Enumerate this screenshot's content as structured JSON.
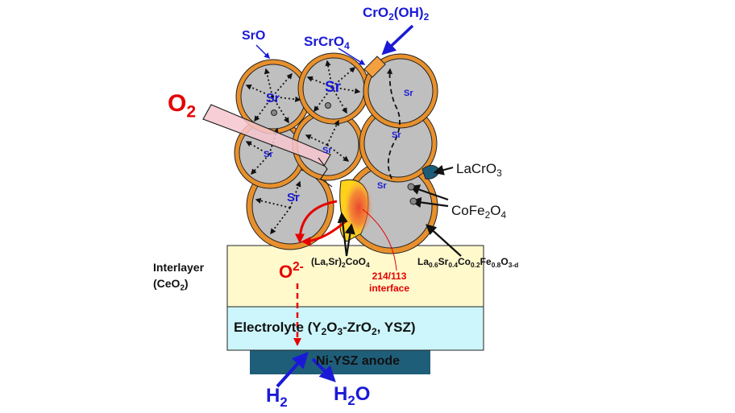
{
  "colors": {
    "interlayer": "#fff9cc",
    "electrolyte": "#ccf6fb",
    "anode": "#1f5e79",
    "particle_fill": "#bfbfbf",
    "particle_shell": "#e8902c",
    "srcro4_cap": "#f5a040",
    "lacro3_cap": "#1d5c78",
    "label_blue": "#1a1ad6",
    "label_red": "#e60000",
    "label_black": "#111111",
    "interface_yellow": "#ffd21a",
    "interface_red": "#e84030"
  },
  "icons": {
    "oxygen_inlet": "pink-pipe-icon",
    "pathway_arrows": "dashed-arrow-icon",
    "interface_region": "interface-glow-icon"
  },
  "particles": {
    "sr_label": "Sr"
  },
  "labels": {
    "sro": "SrO",
    "srcro4": {
      "main": "SrCrO",
      "sub": "4"
    },
    "cro2oh2": {
      "a": "CrO",
      "b": "2",
      "c": "(OH)",
      "d": "2"
    },
    "o2": {
      "main": "O",
      "sub": "2"
    },
    "lacro3": {
      "main": "LaCrO",
      "sub": "3"
    },
    "cofe2o4": {
      "a": "CoFe",
      "b": "2",
      "c": "O",
      "d": "4"
    },
    "interlayer": {
      "line1": "Interlayer",
      "line2a": "(CeO",
      "line2b": "2",
      "line2c": ")"
    },
    "o2minus": {
      "main": "O",
      "sup": "2-"
    },
    "la_sr2_coo4": {
      "a": "(La,Sr)",
      "b": "2",
      "c": "CoO",
      "d": "4"
    },
    "lscf": {
      "p1": "La",
      "s1": "0.6",
      "p2": "Sr",
      "s2": "0.4",
      "p3": "Co",
      "s3": "0.2",
      "p4": "Fe",
      "s4": "0.8",
      "p5": "O",
      "s5": "3-d"
    },
    "interface": {
      "line1": "214/113",
      "line2": "interface"
    },
    "electrolyte": {
      "a": "Electrolyte (Y",
      "b": "2",
      "c": "O",
      "d": "3",
      "e": "-ZrO",
      "f": "2",
      "g": ", YSZ)"
    },
    "anode": "Ni-YSZ anode",
    "h2": {
      "main": "H",
      "sub": "2"
    },
    "h2o": {
      "a": "H",
      "b": "2",
      "c": "O"
    }
  }
}
